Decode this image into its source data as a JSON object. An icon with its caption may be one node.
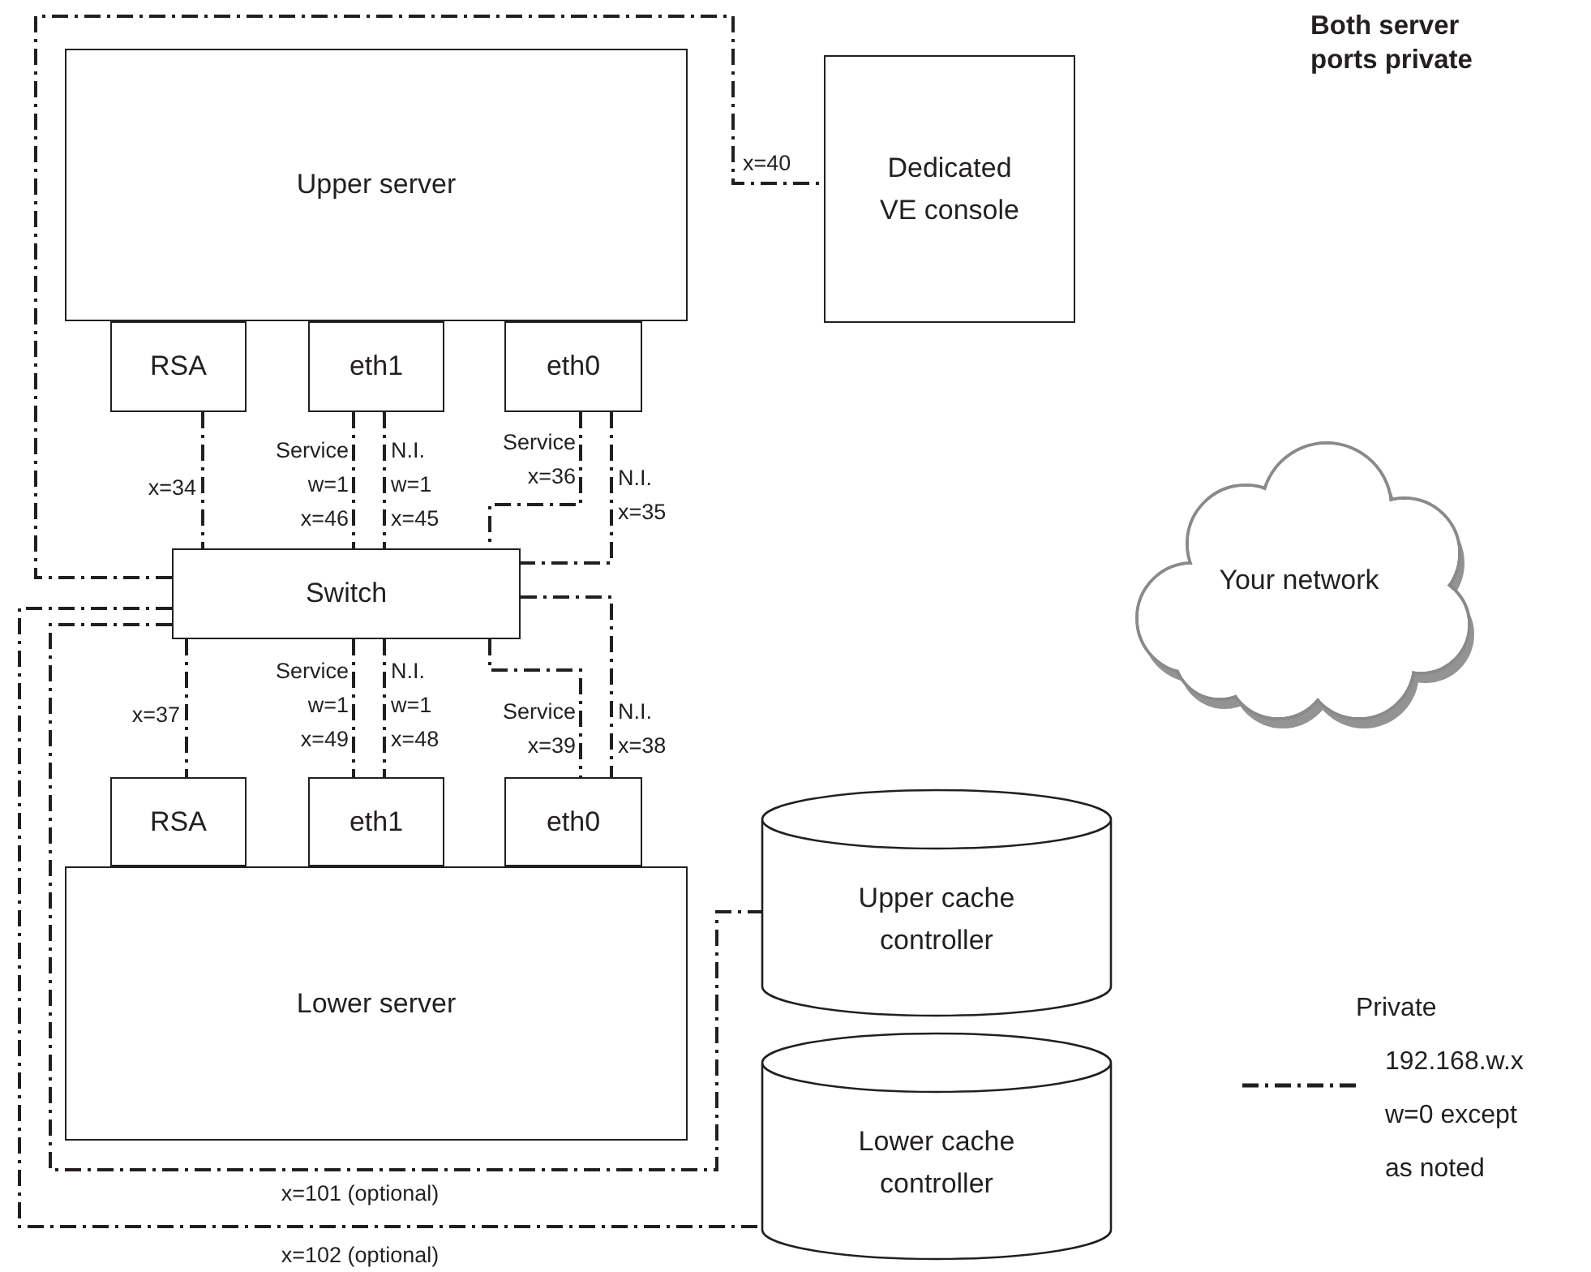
{
  "diagram": {
    "title": "Both server ports private",
    "nodes": [
      {
        "text": [
          "Upper server"
        ]
      },
      {
        "text": [
          "RSA"
        ]
      },
      {
        "text": [
          "eth1"
        ]
      },
      {
        "text": [
          "eth0"
        ]
      },
      {
        "text": [
          "Dedicated VE console"
        ]
      },
      {
        "text": [
          "Switch"
        ]
      },
      {
        "text": [
          "RSA"
        ]
      },
      {
        "text": [
          "eth1"
        ]
      },
      {
        "text": [
          "eth0"
        ]
      },
      {
        "text": [
          "Lower server"
        ]
      },
      {
        "text": [
          "Upper cache controller"
        ]
      },
      {
        "text": [
          "Lower cache controller"
        ]
      },
      {
        "text": [
          "Your network"
        ]
      }
    ],
    "edges": [
      {
        "from": 1,
        "to": 5,
        "arrow": "none",
        "label": "x=34"
      },
      {
        "from": 2,
        "to": 5,
        "arrow": "none",
        "label": "Service w=1 x=46"
      },
      {
        "from": 2,
        "to": 5,
        "arrow": "none",
        "label": "N.I. w=1 x=45"
      },
      {
        "from": 3,
        "to": 5,
        "arrow": "none",
        "label": "Service x=36"
      },
      {
        "from": 3,
        "to": 5,
        "arrow": "none",
        "label": "N.I. x=35"
      },
      {
        "from": 5,
        "to": 4,
        "arrow": "none",
        "label": "x=40"
      },
      {
        "from": 5,
        "to": 6,
        "arrow": "none",
        "label": "x=37"
      },
      {
        "from": 5,
        "to": 7,
        "arrow": "none",
        "label": "Service w=1 x=49"
      },
      {
        "from": 5,
        "to": 7,
        "arrow": "none",
        "label": "N.I. w=1 x=48"
      },
      {
        "from": 5,
        "to": 8,
        "arrow": "none",
        "label": "Service x=39"
      },
      {
        "from": 5,
        "to": 8,
        "arrow": "none",
        "label": "N.I. x=38"
      },
      {
        "from": 5,
        "to": 10,
        "arrow": "none",
        "label": "x=101 (optional)"
      },
      {
        "from": 5,
        "to": 11,
        "arrow": "none",
        "label": "x=102 (optional)"
      }
    ],
    "legend": [
      {
        "text": "Private 192.168.w.x w=0 except as noted"
      }
    ]
  }
}
